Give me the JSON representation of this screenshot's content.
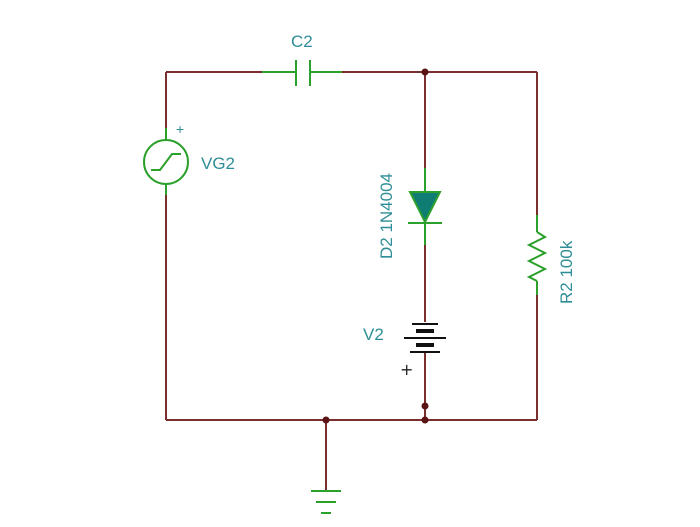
{
  "components": {
    "capacitor": {
      "ref": "C2"
    },
    "source": {
      "ref": "VG2",
      "polarity": "+"
    },
    "diode": {
      "label": "D2 1N4004"
    },
    "battery": {
      "ref": "V2",
      "polarity": "+"
    },
    "resistor": {
      "label": "R2 100k"
    }
  },
  "colors": {
    "wire": "#7b2e2e",
    "component": "#2ba02b",
    "label": "#2e8d96",
    "diode_fill": "#0f7d73",
    "junction": "#5a1414"
  },
  "icons": {
    "ground": "ground-symbol",
    "source": "step-voltage-source-symbol"
  }
}
